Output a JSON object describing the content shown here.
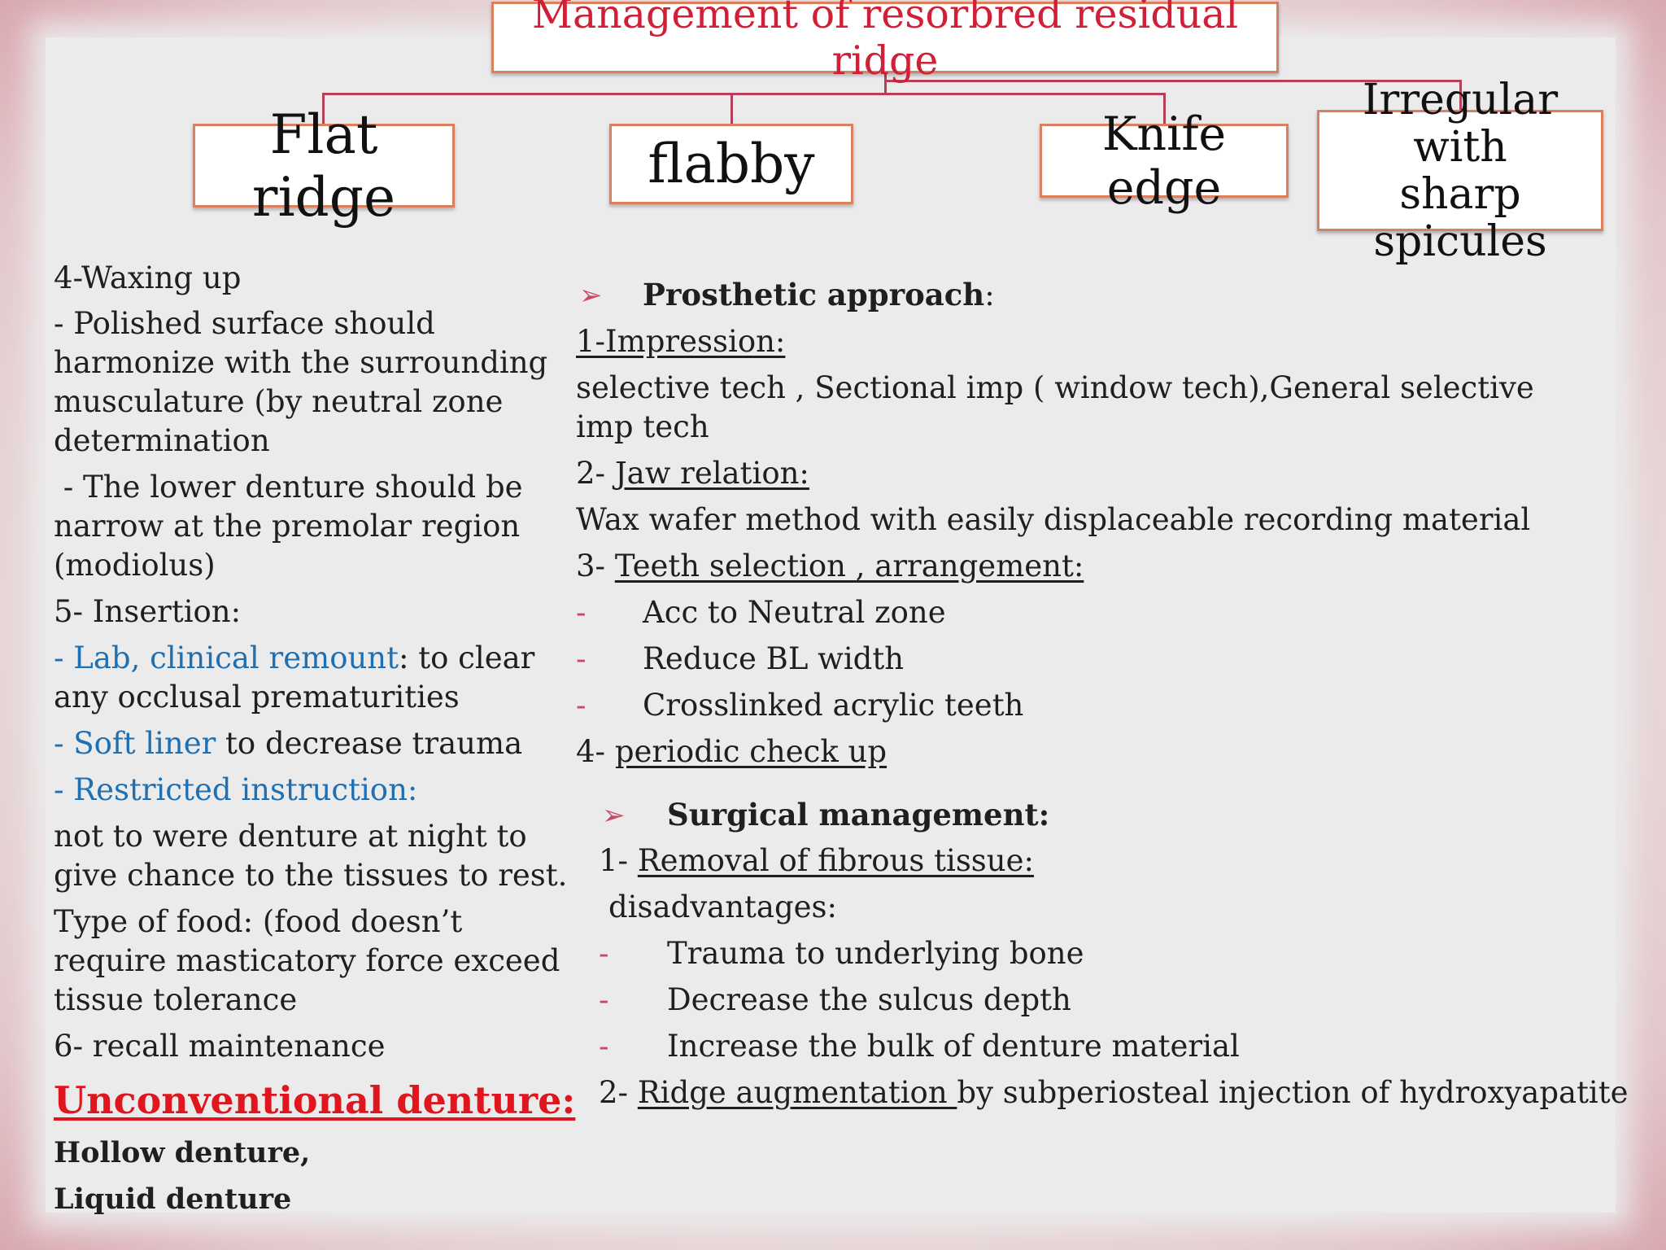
{
  "diagram": {
    "title": "Management of resorbred residual ridge",
    "categories": [
      "Flat ridge",
      "flabby",
      "Knife edge",
      "Irregular with",
      "sharp spicules"
    ]
  },
  "left": {
    "waxing_heading": "4-Waxing up",
    "waxing_1_l1": "- Polished surface should",
    "waxing_1_l2": "harmonize with the surrounding",
    "waxing_1_l3": "musculature (by neutral zone",
    "waxing_1_l4": "determination",
    "waxing_2_l1": " - The lower denture should be",
    "waxing_2_l2": "narrow at the premolar region",
    "waxing_2_l3": "(modiolus)",
    "insertion_heading": "5- Insertion:",
    "remount_blue": "- Lab, clinical remount",
    "remount_rest": ": to clear",
    "remount_l2": "any occlusal prematurities",
    "liner_blue": "- Soft liner",
    "liner_rest": " to decrease trauma",
    "restricted": "- Restricted instruction:",
    "night_l1": "not to were denture at night to",
    "night_l2": "give chance to the tissues to rest.",
    "food_l1": "Type of food: (food doesn’t",
    "food_l2": "require masticatory force exceed",
    "food_l3": "tissue tolerance",
    "recall": "6- recall maintenance",
    "unconventional": "Unconventional denture:",
    "hollow": "Hollow denture,",
    "liquid": "Liquid denture"
  },
  "right": {
    "arrow_symbol": "➢",
    "dash_symbol": "-",
    "prosthetic": "Prosthetic approach",
    "colon": ":",
    "impression": "1-Impression:",
    "impression_text_l1": "selective tech , Sectional imp ( window tech),General selective",
    "impression_text_l2": "imp tech",
    "jaw_num": "2- ",
    "jaw": "Jaw relation:",
    "wax": "Wax wafer method with easily displaceable recording material",
    "teeth_num": "3- ",
    "teeth": "Teeth selection , arrangement:",
    "teeth_items": [
      "Acc to Neutral zone",
      "Reduce BL width",
      "Crosslinked acrylic teeth"
    ],
    "periodic_num": "4- ",
    "periodic": "periodic check up",
    "surgical": "Surgical management:",
    "removal_num": "1- ",
    "removal": "Removal of fibrous tissue:",
    "disadvantages": "disadvantages:",
    "disadv_items": [
      "Trauma to underlying bone",
      "Decrease the sulcus depth",
      "Increase the bulk of denture material"
    ],
    "ridge_num": "2- ",
    "ridge": "Ridge augmentation ",
    "ridge_rest": "by subperiosteal injection of hydroxyapatite"
  }
}
